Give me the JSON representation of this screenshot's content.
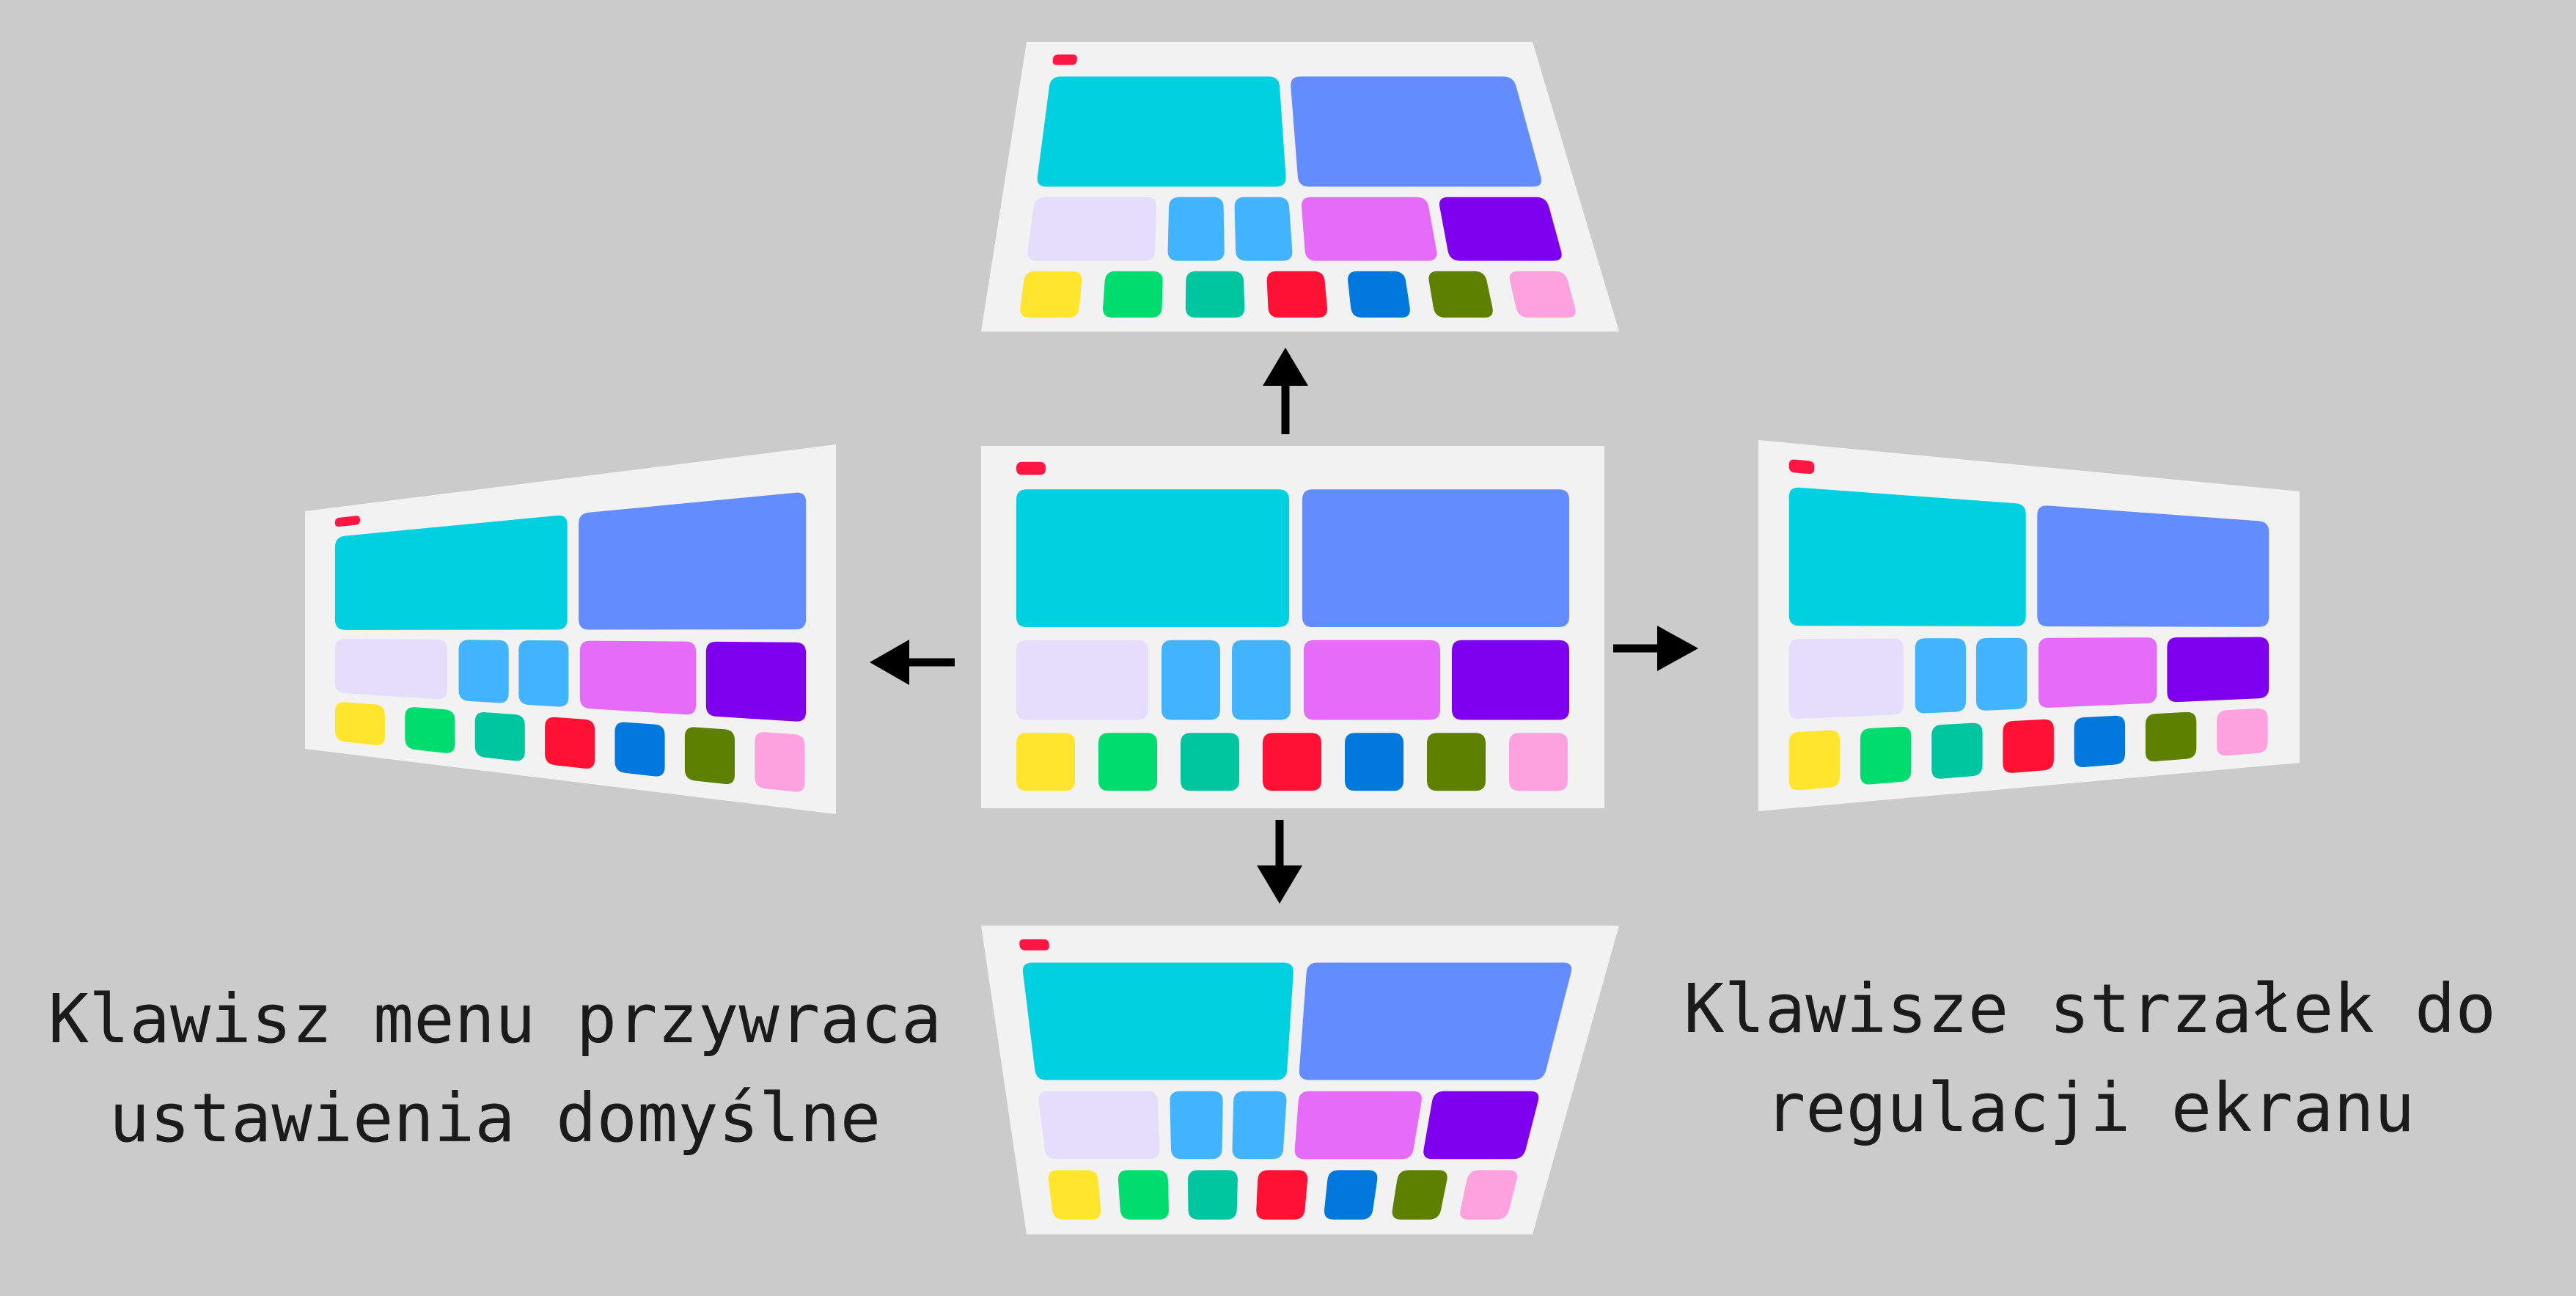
{
  "captions": {
    "left": [
      "Klawisz menu przywraca",
      "ustawienia domyślne"
    ],
    "right": [
      "Klawisze strzałek do",
      "regulacji ekranu"
    ]
  },
  "screen": {
    "frame_color": "#f2f2f2",
    "indicator_color": "#ff1744",
    "top_row": [
      {
        "name": "large-tile-cyan",
        "color": "#00d0e0"
      },
      {
        "name": "large-tile-blue",
        "color": "#628cff"
      }
    ],
    "middle_row": [
      {
        "name": "tile-lavender",
        "color": "#e6dcfc"
      },
      {
        "name": "tile-sky-1",
        "color": "#42b4ff"
      },
      {
        "name": "tile-sky-2",
        "color": "#42b4ff"
      },
      {
        "name": "tile-magenta",
        "color": "#e46cf8"
      },
      {
        "name": "tile-violet",
        "color": "#7f00ee"
      }
    ],
    "bottom_row": [
      {
        "name": "tile-yellow",
        "color": "#ffe52e"
      },
      {
        "name": "tile-green",
        "color": "#00dc6e"
      },
      {
        "name": "tile-teal",
        "color": "#00c6a0"
      },
      {
        "name": "tile-red",
        "color": "#ff1133"
      },
      {
        "name": "tile-blue",
        "color": "#0078dd"
      },
      {
        "name": "tile-olive",
        "color": "#5d8000"
      },
      {
        "name": "tile-pink",
        "color": "#fea2df"
      }
    ]
  },
  "panels": [
    {
      "name": "screen-center",
      "view": "default"
    },
    {
      "name": "screen-shift-up",
      "view": "keystone-top-narrow"
    },
    {
      "name": "screen-shift-down",
      "view": "keystone-bottom-narrow"
    },
    {
      "name": "screen-shift-left",
      "view": "keystone-left-narrow"
    },
    {
      "name": "screen-shift-right",
      "view": "keystone-right-narrow"
    }
  ],
  "arrows": [
    {
      "name": "arrow-up-icon",
      "direction": "up"
    },
    {
      "name": "arrow-down-icon",
      "direction": "down"
    },
    {
      "name": "arrow-left-icon",
      "direction": "left"
    },
    {
      "name": "arrow-right-icon",
      "direction": "right"
    }
  ],
  "arrow_color": "#000000"
}
